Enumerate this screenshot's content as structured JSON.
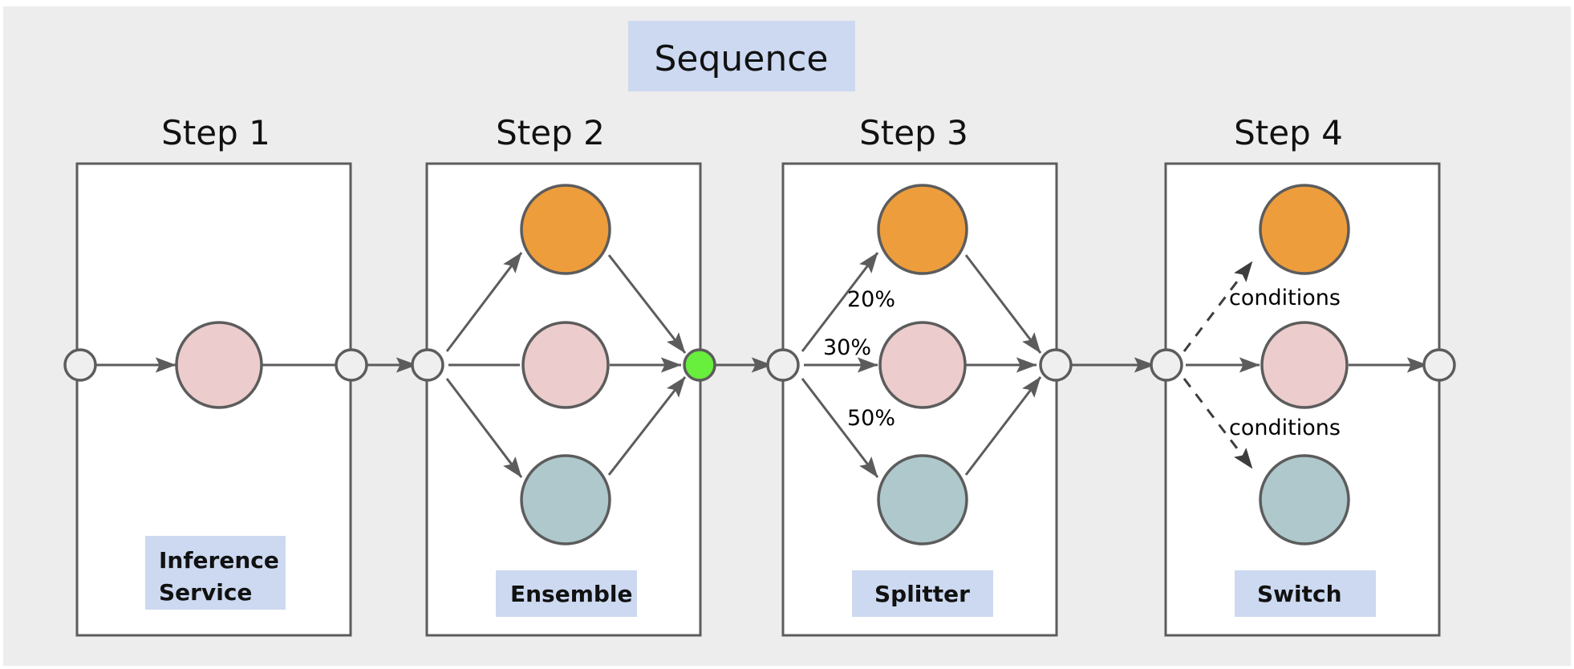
{
  "diagram": {
    "title": "Sequence",
    "background_color": "#ededed",
    "panel_fill": "#ffffff",
    "panel_stroke": "#5c5c5c",
    "tag_fill": "#ccd9f0",
    "colors": {
      "orange": "#ee9d3c",
      "pink": "#eccccc",
      "teal": "#aec8cc",
      "green": "#68ee3c",
      "connector": "#efefef",
      "stroke": "#5c5c5c"
    },
    "steps": [
      {
        "header": "Step 1",
        "tag": "Inference Service",
        "tag_lines": [
          "Inference",
          "Service"
        ],
        "nodes": [
          {
            "name": "model-node",
            "color": "#eccccc"
          }
        ],
        "edge_labels": []
      },
      {
        "header": "Step 2",
        "tag": "Ensemble",
        "tag_lines": [
          "Ensemble"
        ],
        "nodes": [
          {
            "name": "model-node-top",
            "color": "#ee9d3c"
          },
          {
            "name": "model-node-middle",
            "color": "#eccccc"
          },
          {
            "name": "model-node-bottom",
            "color": "#aec8cc"
          }
        ],
        "edge_labels": []
      },
      {
        "header": "Step 3",
        "tag": "Splitter",
        "tag_lines": [
          "Splitter"
        ],
        "nodes": [
          {
            "name": "model-node-top",
            "color": "#ee9d3c"
          },
          {
            "name": "model-node-middle",
            "color": "#eccccc"
          },
          {
            "name": "model-node-bottom",
            "color": "#aec8cc"
          }
        ],
        "edge_labels": [
          "20%",
          "30%",
          "50%"
        ]
      },
      {
        "header": "Step 4",
        "tag": "Switch",
        "tag_lines": [
          "Switch"
        ],
        "nodes": [
          {
            "name": "model-node-top",
            "color": "#ee9d3c"
          },
          {
            "name": "model-node-middle",
            "color": "#eccccc"
          },
          {
            "name": "model-node-bottom",
            "color": "#aec8cc"
          }
        ],
        "edge_labels": [
          "conditions",
          "conditions"
        ]
      }
    ]
  }
}
